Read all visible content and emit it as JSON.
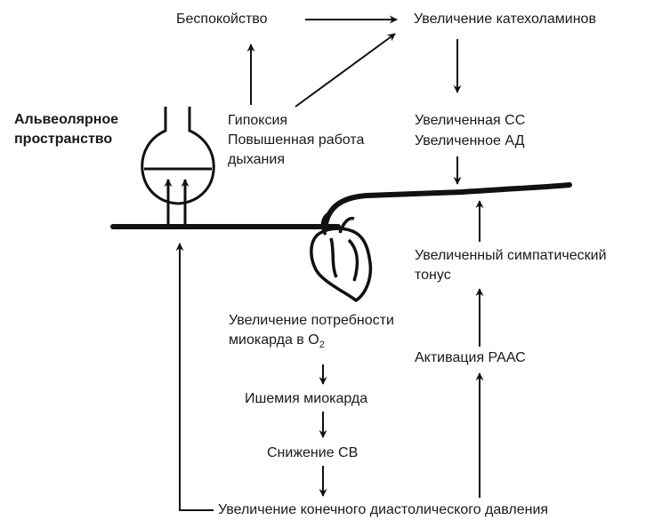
{
  "colors": {
    "ink": "#111111",
    "background": "#ffffff"
  },
  "nodes": {
    "anxiety": "Беспокойство",
    "catecholamines": "Увеличение катехоламинов",
    "alveolar_space_line1": "Альвеолярное",
    "alveolar_space_line2": "пространство",
    "hypoxia": "Гипоксия",
    "work_of_breathing_line1": "Повышенная работа",
    "work_of_breathing_line2": "дыхания",
    "heart_rate": "Увеличенная СС",
    "blood_pressure": "Увеличенное АД",
    "sympathetic_tone_line1": "Увеличенный симпатический",
    "sympathetic_tone_line2": "тонус",
    "o2_demand_line1": "Увеличение потребности",
    "o2_demand_line2": "миокарда в O",
    "o2_subscript": "2",
    "raas": "Активация РААС",
    "ischemia": "Ишемия миокарда",
    "cardiac_output": "Снижение СВ",
    "edp": "Увеличение конечного диастолического давления"
  }
}
